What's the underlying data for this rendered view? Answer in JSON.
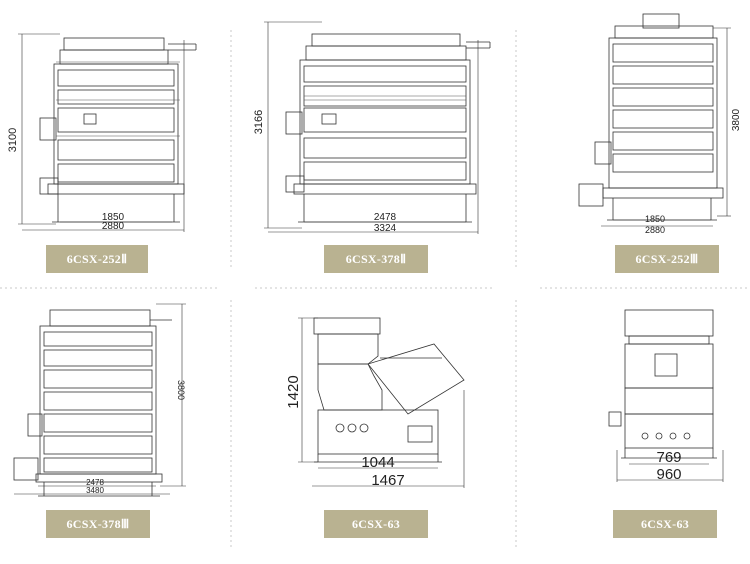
{
  "machines": [
    {
      "model": "6CSX-252Ⅱ",
      "height_dim": "3100",
      "width_dim_inner": "1850",
      "width_dim_outer": "2880"
    },
    {
      "model": "6CSX-378Ⅱ",
      "height_dim": "3166",
      "width_dim_inner": "2478",
      "width_dim_outer": "3324"
    },
    {
      "model": "6CSX-252Ⅲ",
      "height_dim": "3800",
      "width_dim_inner": "1850",
      "width_dim_outer": "2880"
    },
    {
      "model": "6CSX-378Ⅲ",
      "height_dim": "3800",
      "width_dim_inner": "2478",
      "width_dim_outer": "3480"
    },
    {
      "model": "6CSX-63",
      "height_dim": "1420",
      "width_dim_inner": "1044",
      "width_dim_outer": "1467"
    },
    {
      "model": "6CSX-63",
      "height_dim": "",
      "width_dim_inner": "769",
      "width_dim_outer": "960"
    }
  ],
  "colors": {
    "label_bg": "#b9b291",
    "label_text": "#ffffff",
    "line": "#333333",
    "separator": "#c8c8c8"
  }
}
